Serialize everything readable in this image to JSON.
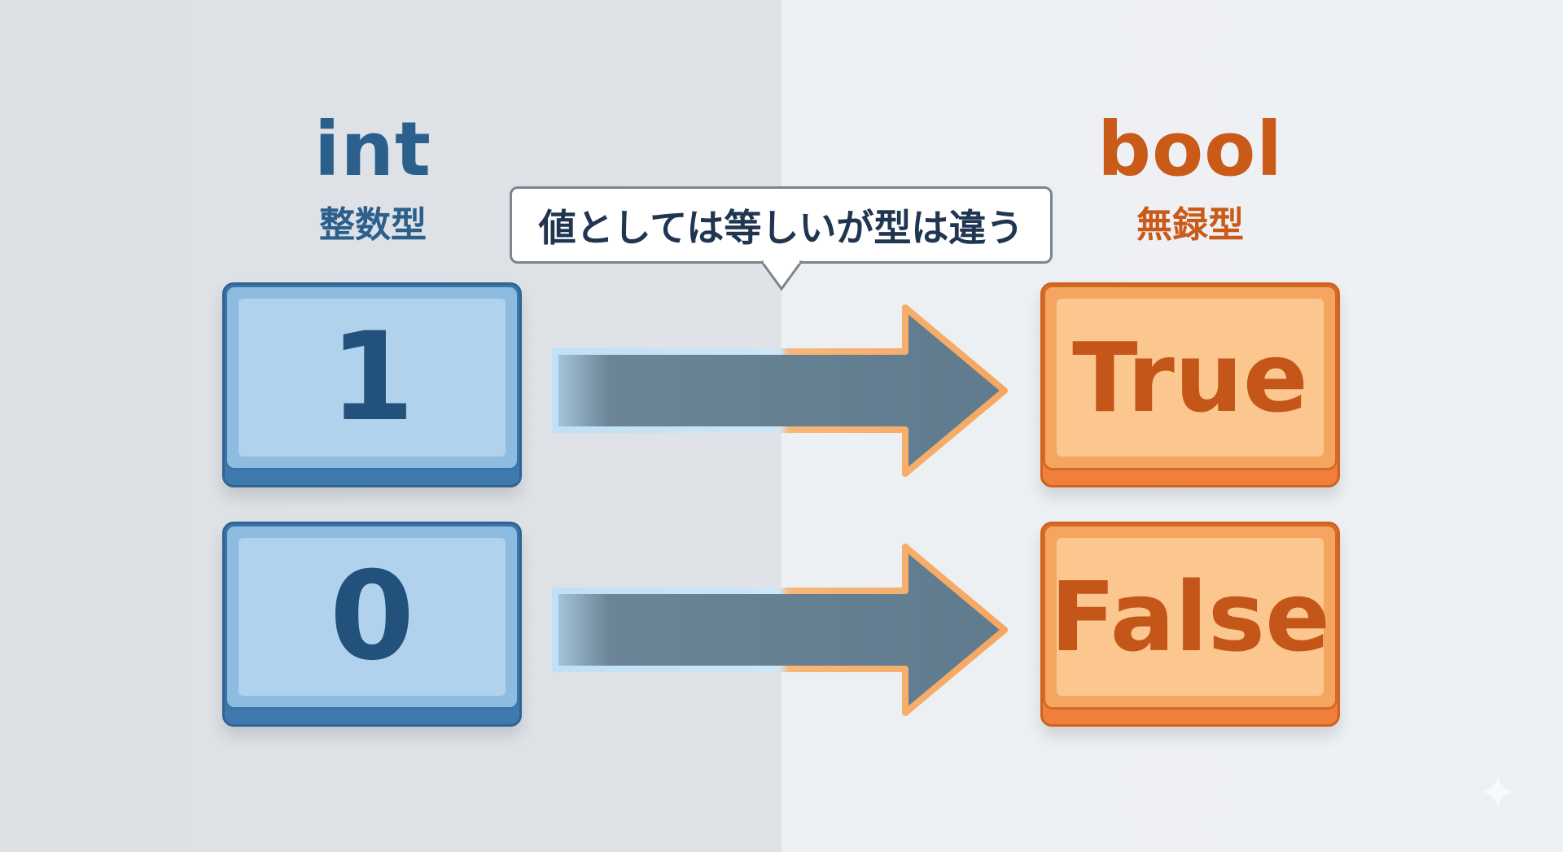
{
  "left": {
    "type_name": "int",
    "type_label": "整数型",
    "values": [
      "1",
      "0"
    ]
  },
  "right": {
    "type_name": "bool",
    "type_label": "無録型",
    "values": [
      "True",
      "False"
    ]
  },
  "callout": "値としては等しいが型は違う",
  "colors": {
    "int_accent": "#2b5f8c",
    "bool_accent": "#c95a17",
    "arrow": "#607d8e"
  },
  "icons": {
    "arrow": "right-arrow-icon",
    "sparkle": "sparkle-icon"
  }
}
